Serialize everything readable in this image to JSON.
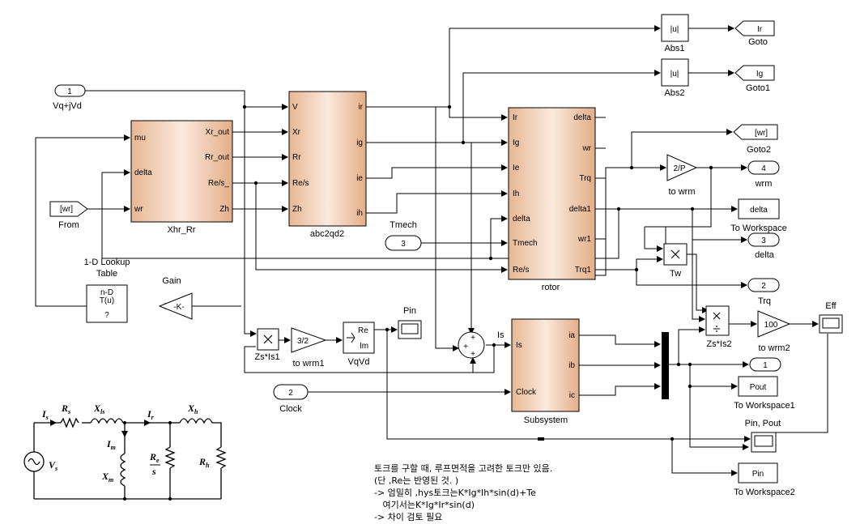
{
  "inports": {
    "in1": {
      "num": "1",
      "label": "Vq+jVd"
    },
    "in_tmech": {
      "num": "3",
      "label": "Tmech"
    },
    "in_clock": {
      "num": "2",
      "label": "Clock"
    }
  },
  "from_block": {
    "text": "[wr]",
    "label": "From"
  },
  "blocks": {
    "xhr": {
      "label": "Xhr_Rr",
      "in": [
        "mu",
        "delta",
        "wr"
      ],
      "out": [
        "Xr_out",
        "Rr_out",
        "Re/s_",
        "Zh"
      ]
    },
    "abc2qd2": {
      "label": "abc2qd2",
      "in": [
        "V",
        "Xr",
        "Rr",
        "Re/s",
        "Zh"
      ],
      "out": [
        "ir",
        "ig",
        "ie",
        "ih"
      ]
    },
    "rotor": {
      "label": "rotor",
      "in": [
        "Ir",
        "Ig",
        "Ie",
        "Ih",
        "delta",
        "Tmech",
        "Re/s"
      ],
      "out": [
        "delta",
        "wr",
        "Trq",
        "delta1",
        "wr1",
        "Trq1"
      ]
    },
    "subsystem": {
      "label": "Subsystem",
      "in": [
        "Is",
        "Clock"
      ],
      "out": [
        "ia",
        "ib",
        "ic"
      ]
    },
    "abs1": {
      "text": "|u|",
      "label": "Abs1"
    },
    "abs2": {
      "text": "|u|",
      "label": "Abs2"
    },
    "lookup": {
      "text1": "n-D",
      "text2": "T(u)",
      "text3": "?",
      "label1": "1-D Lookup",
      "label2": "Table"
    },
    "gain": {
      "text": "-K-",
      "label": "Gain"
    },
    "gain_wrm": {
      "text": "2/P",
      "label": "to wrm"
    },
    "gain_wrm1": {
      "text": "3/2",
      "label": "to wrm1"
    },
    "gain_wrm2": {
      "text": "100",
      "label": "to wrm2"
    },
    "vqvd": {
      "t1": "Re",
      "t2": "Im",
      "label": "VqVd"
    },
    "prod_tw": {
      "label": "Tw"
    },
    "prod_zs1": {
      "label": "Zs*Is1"
    },
    "prod_zs2": {
      "label": "Zs*Is2"
    },
    "pin_scope": {
      "label": "Pin"
    },
    "eff_scope": {
      "label": "Eff"
    },
    "sum_is": {
      "label": "Is"
    }
  },
  "gotos": {
    "ir": {
      "text": "Ir",
      "label": "Goto"
    },
    "ig": {
      "text": "Ig",
      "label": "Goto1"
    },
    "wr": {
      "text": "[wr]",
      "label": "Goto2"
    }
  },
  "outports": {
    "o4": {
      "num": "4",
      "label": "wrm"
    },
    "o3": {
      "num": "3",
      "label": "delta"
    },
    "o2": {
      "num": "2",
      "label": "Trq"
    },
    "o1": {
      "num": "1",
      "label": ""
    }
  },
  "workspace": {
    "delta": {
      "text": "delta",
      "label": "To Workspace"
    },
    "pout": {
      "text": "Pout",
      "label": "To Workspace1"
    },
    "pin": {
      "text": "Pin",
      "label": "To Workspace2"
    }
  },
  "pin_pout_scope": {
    "label": "Pin, Pout"
  },
  "circuit": {
    "Is": "I",
    "Is_sub": "s",
    "Rs": "R",
    "Rs_sub": "s",
    "Xls": "X",
    "Xls_sub": "ls",
    "Ir": "I",
    "Ir_sub": "r",
    "Xh": "X",
    "Xh_sub": "h",
    "Im": "I",
    "Im_sub": "m",
    "Vs": "V",
    "Vs_sub": "s",
    "Xm": "X",
    "Xm_sub": "m",
    "Re_top": "R",
    "Re_sub": "e",
    "Re_bot": "s",
    "Rh": "R",
    "Rh_sub": "h"
  },
  "notes": [
    "토크를 구할 때, 루프면적을 고려한 토크만 있음.",
    "(단 ,Re는 반영된 것. )",
    "-> 엄밀히 ,hys토크는K*Ig*Ih*sin(d)+Te",
    "   여기서는K*Ig*Ir*sin(d)",
    "-> 차이 검토 필요"
  ]
}
